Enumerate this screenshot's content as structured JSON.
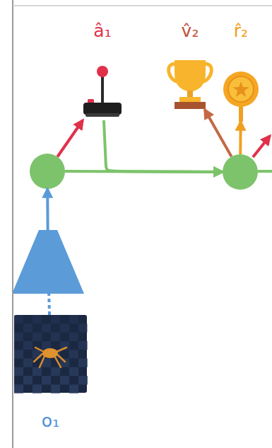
{
  "diagram": {
    "nodes": [
      {
        "text": [
          "â₁"
        ]
      },
      {
        "text": [
          "v̂₂"
        ]
      },
      {
        "text": [
          "r̂₂"
        ]
      },
      {
        "text": []
      },
      {
        "text": []
      },
      {
        "text": []
      },
      {
        "text": [
          "o₁"
        ]
      }
    ],
    "edges": [
      {
        "from": 6,
        "to": 5,
        "arrow": "none"
      },
      {
        "from": 5,
        "to": 3,
        "arrow": "to"
      },
      {
        "from": 3,
        "to": 0,
        "arrow": "to"
      },
      {
        "from": 3,
        "to": 4,
        "arrow": "to"
      },
      {
        "from": 0,
        "to": 4,
        "arrow": "to"
      },
      {
        "from": 4,
        "to": 1,
        "arrow": "to"
      },
      {
        "from": 4,
        "to": 2,
        "arrow": "to"
      }
    ]
  }
}
